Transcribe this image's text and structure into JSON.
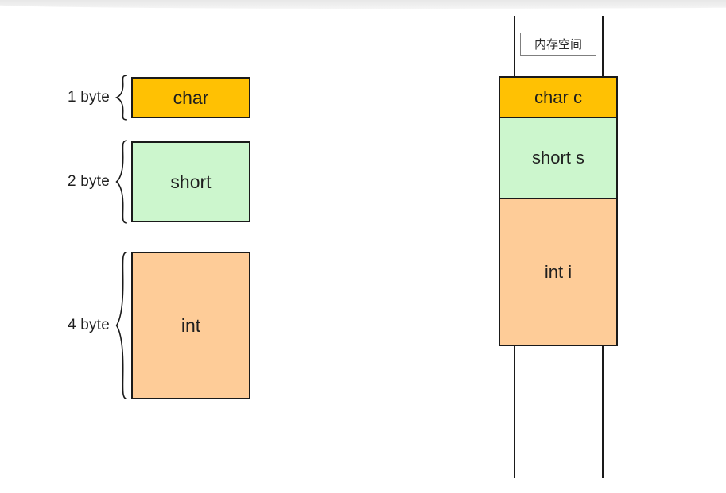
{
  "legend": {
    "items": [
      {
        "size_label": "1 byte",
        "type_label": "char",
        "color": "#FFC103"
      },
      {
        "size_label": "2 byte",
        "type_label": "short",
        "color": "#CCF6CD"
      },
      {
        "size_label": "4 byte",
        "type_label": "int",
        "color": "#FECC98"
      }
    ]
  },
  "memory": {
    "title": "内存空间",
    "cells": [
      {
        "label": "char c",
        "color": "#FFC103"
      },
      {
        "label": "short s",
        "color": "#CCF6CD"
      },
      {
        "label": "int i",
        "color": "#FECC98"
      }
    ]
  },
  "colors": {
    "box_border": "#1a1a1a",
    "memory_line": "#1a1a1a",
    "text": "#1f1f1f"
  }
}
